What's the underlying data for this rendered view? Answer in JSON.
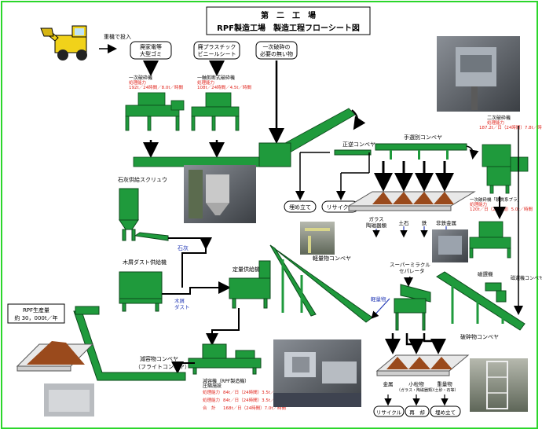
{
  "title": {
    "line1": "第　二　工　場",
    "line2": "RPF製造工場　製造工程フローシート図"
  },
  "loader": {
    "label": "重機で投入"
  },
  "inputs": [
    {
      "lines": [
        "廃家電等",
        "大型ゴミ"
      ]
    },
    {
      "lines": [
        "廃プラスチック",
        "ビニールシート"
      ]
    },
    {
      "lines": [
        "一次破砕の",
        "必要の無い物"
      ]
    }
  ],
  "crusher1": {
    "name": "一次破砕機",
    "cap_label": "処理能力",
    "cap_value": "192t／24時間／8.0t／時間"
  },
  "crusher2": {
    "name": "一軸剪断式破砕機",
    "cap_label": "処理能力",
    "cap_value": "108t／24時間／4.5t／時間"
  },
  "conveyors": {
    "main": "正逆コンベヤ",
    "sort": "手選別コンベヤ",
    "light": "軽量物コンベヤ",
    "crushed": "破砕物コンベヤ",
    "magnet_conv": "磁選機コンベヤ",
    "volume": [
      "減容物コンベヤ",
      "（フライトコンベヤ）"
    ]
  },
  "outlets": {
    "landfill": "埋め立て",
    "recycle": "リサイクル"
  },
  "categories": [
    "ガラス",
    "陶磁器類",
    "土石",
    "鉄",
    "非鉄金属"
  ],
  "crusher3": {
    "name": "二次破砕機",
    "cap_label": "処理能力",
    "cap_value": "187.2t／日（24時間）7.8t／時間"
  },
  "crusher4": {
    "name": "一次破砕機「軟質系プラ」",
    "cap_label": "処理能力",
    "cap_value": "120t／日（24時間）5.0t／時間"
  },
  "lime": {
    "feeder": "石灰供給スクリュウ",
    "label": "石灰"
  },
  "wood": {
    "feeder": "木屑ダスト供給機",
    "label_lines": [
      "木屑",
      "ダスト"
    ]
  },
  "quant_feeder": "定量供給機",
  "magnet": "磁選機",
  "separator": {
    "lines": [
      "スーパーミラクル",
      "セパレータ"
    ],
    "light_label": "軽量物"
  },
  "products": [
    {
      "lines": [
        "金属"
      ]
    },
    {
      "lines": [
        "小粒物",
        "（ガラス・陶磁器類）"
      ]
    },
    {
      "lines": [
        "重量物",
        "（土砂・石等）"
      ]
    }
  ],
  "product_outlets": [
    "リサイクル",
    "再　却",
    "埋め立て"
  ],
  "rpf_machine": {
    "lines": [
      "減容機（RPF製造機）",
      "圧縮施設"
    ],
    "caps": [
      {
        "label": "処理能力",
        "value": "84t／日（24時間）3.5t／時間"
      },
      {
        "label": "処理能力",
        "value": "84t／日（24時間）3.5t／時間"
      },
      {
        "label": "合　計",
        "value": "168t／日（24時間）7.0t／時間"
      }
    ]
  },
  "rpf_output": {
    "line1": "RPF生産量",
    "line2": "約 30，000t／年"
  },
  "colors": {
    "machine": "#1f9a3c",
    "machine_dark": "#136b28",
    "frame": "#2bd62b",
    "red": "#e0231b",
    "blue": "#2a3fb8",
    "pile": "#9a4a1c"
  }
}
